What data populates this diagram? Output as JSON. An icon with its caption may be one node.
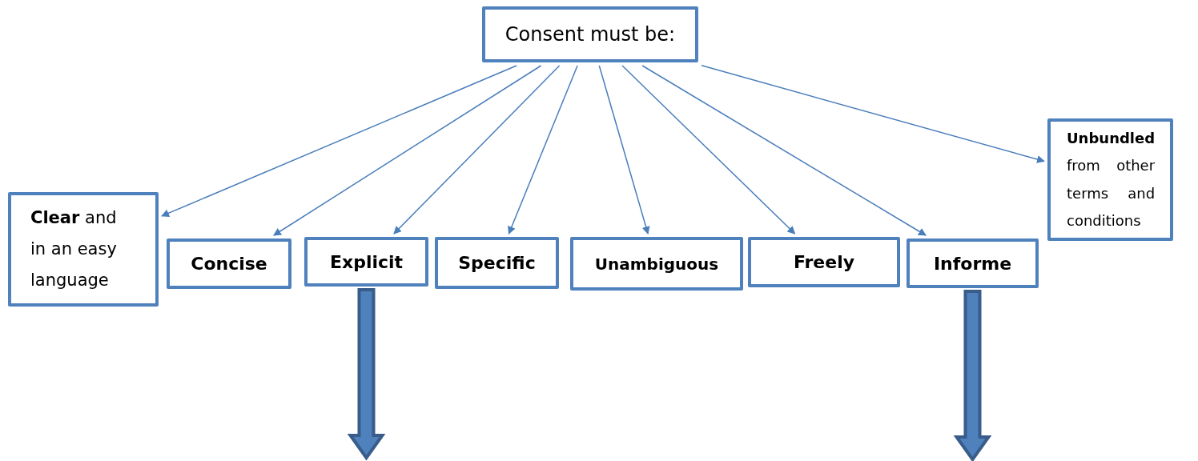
{
  "diagram": {
    "nodes": [
      {
        "text": [
          "Consent must be:"
        ]
      },
      {
        "text": [
          "**Clear** and in an easy language"
        ]
      },
      {
        "text": [
          "Concise"
        ]
      },
      {
        "text": [
          "Explicit"
        ]
      },
      {
        "text": [
          "Specific"
        ]
      },
      {
        "text": [
          "Unambiguous"
        ]
      },
      {
        "text": [
          "Freely"
        ]
      },
      {
        "text": [
          "Informe"
        ]
      },
      {
        "text": [
          "**Unbundled** from other terms and conditions"
        ]
      }
    ],
    "edges": [
      {
        "from": 0,
        "to": 1,
        "arrow": "to"
      },
      {
        "from": 0,
        "to": 2,
        "arrow": "to"
      },
      {
        "from": 0,
        "to": 3,
        "arrow": "to"
      },
      {
        "from": 0,
        "to": 4,
        "arrow": "to"
      },
      {
        "from": 0,
        "to": 5,
        "arrow": "to"
      },
      {
        "from": 0,
        "to": 6,
        "arrow": "to"
      },
      {
        "from": 0,
        "to": 7,
        "arrow": "to"
      },
      {
        "from": 0,
        "to": 8,
        "arrow": "to"
      },
      {
        "from": 3,
        "to": null,
        "arrow": "to",
        "style": "thick"
      },
      {
        "from": 7,
        "to": null,
        "arrow": "to",
        "style": "thick"
      }
    ]
  }
}
